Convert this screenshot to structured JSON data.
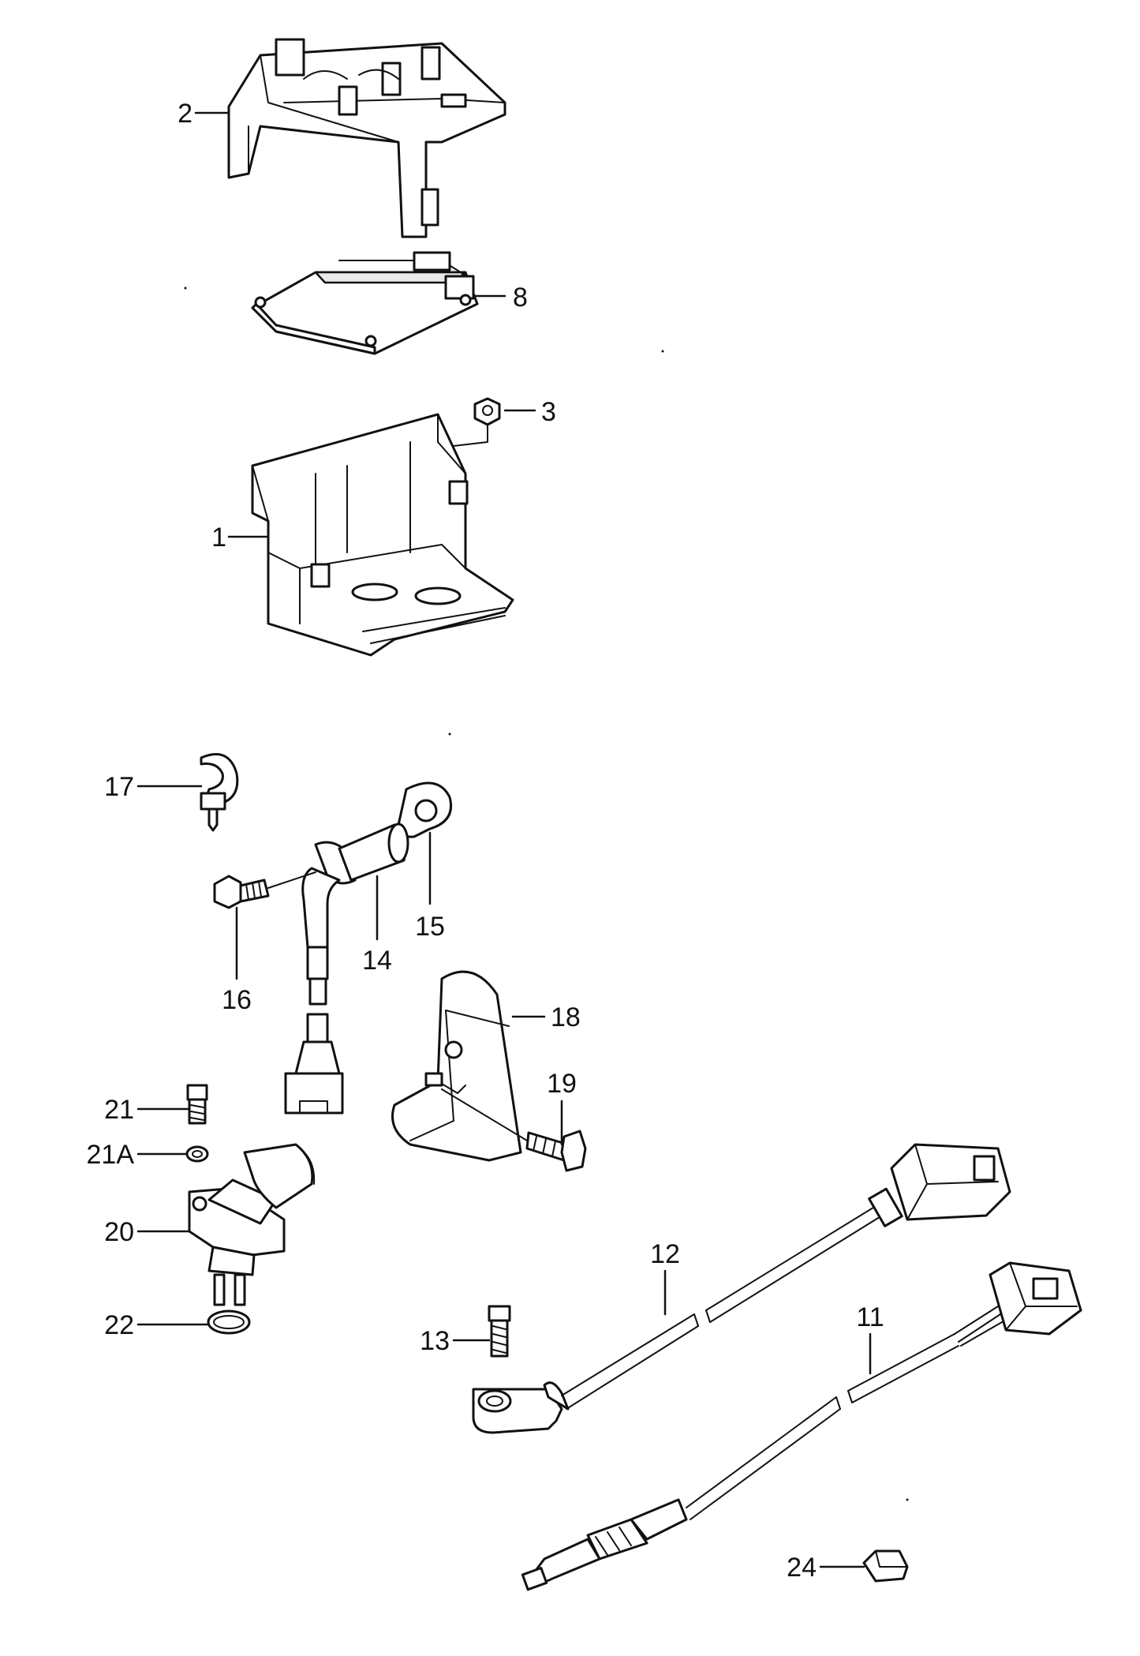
{
  "callouts": {
    "c1": "1",
    "c2": "2",
    "c3": "3",
    "c8": "8",
    "c11": "11",
    "c12": "12",
    "c13": "13",
    "c14": "14",
    "c15": "15",
    "c16": "16",
    "c17": "17",
    "c18": "18",
    "c19": "19",
    "c20": "20",
    "c21": "21",
    "c21a": "21A",
    "c22": "22",
    "c24": "24"
  },
  "colors": {
    "line": "#111111",
    "background": "#ffffff"
  }
}
